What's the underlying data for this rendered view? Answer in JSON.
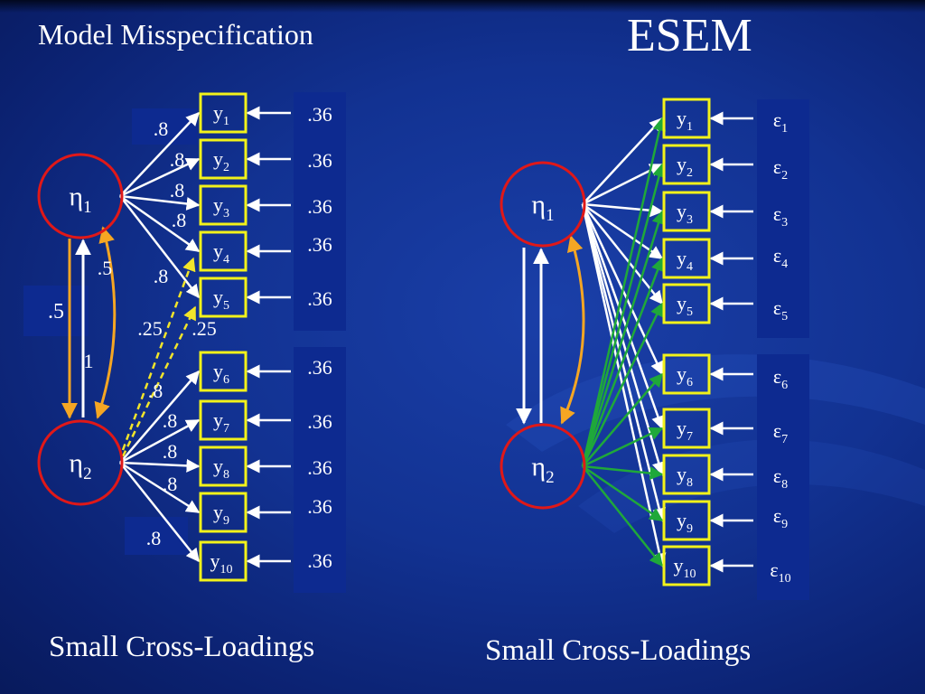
{
  "slide": {
    "title_left": "Model Misspecification",
    "title_right": "ESEM",
    "caption_left": "Small Cross-Loadings",
    "caption_right": "Small Cross-Loadings"
  },
  "left_diagram": {
    "factors": [
      {
        "id": "eta1",
        "symbol": "η",
        "sub": "1"
      },
      {
        "id": "eta2",
        "symbol": "η",
        "sub": "2"
      }
    ],
    "indicators": [
      {
        "label": "y",
        "sub": "1"
      },
      {
        "label": "y",
        "sub": "2"
      },
      {
        "label": "y",
        "sub": "3"
      },
      {
        "label": "y",
        "sub": "4"
      },
      {
        "label": "y",
        "sub": "5"
      },
      {
        "label": "y",
        "sub": "6"
      },
      {
        "label": "y",
        "sub": "7"
      },
      {
        "label": "y",
        "sub": "8"
      },
      {
        "label": "y",
        "sub": "9"
      },
      {
        "label": "y",
        "sub": "10"
      }
    ],
    "loadings": [
      ".8",
      ".8",
      ".8",
      ".8",
      ".8",
      ".8",
      ".8",
      ".8",
      ".8",
      ".8"
    ],
    "residuals": [
      ".36",
      ".36",
      ".36",
      ".36",
      ".36",
      ".36",
      ".36",
      ".36",
      ".36",
      ".36"
    ],
    "cross_loadings": [
      ".25",
      ".25"
    ],
    "path_labels": {
      "correlation": ".5",
      "left_value": ".5",
      "fixed_one": "1"
    }
  },
  "right_diagram": {
    "factors": [
      {
        "id": "eta1",
        "symbol": "η",
        "sub": "1"
      },
      {
        "id": "eta2",
        "symbol": "η",
        "sub": "2"
      }
    ],
    "indicators": [
      {
        "label": "y",
        "sub": "1"
      },
      {
        "label": "y",
        "sub": "2"
      },
      {
        "label": "y",
        "sub": "3"
      },
      {
        "label": "y",
        "sub": "4"
      },
      {
        "label": "y",
        "sub": "5"
      },
      {
        "label": "y",
        "sub": "6"
      },
      {
        "label": "y",
        "sub": "7"
      },
      {
        "label": "y",
        "sub": "8"
      },
      {
        "label": "y",
        "sub": "9"
      },
      {
        "label": "y",
        "sub": "10"
      }
    ],
    "errors": [
      {
        "symbol": "ε",
        "sub": "1"
      },
      {
        "symbol": "ε",
        "sub": "2"
      },
      {
        "symbol": "ε",
        "sub": "3"
      },
      {
        "symbol": "ε",
        "sub": "4"
      },
      {
        "symbol": "ε",
        "sub": "5"
      },
      {
        "symbol": "ε",
        "sub": "6"
      },
      {
        "symbol": "ε",
        "sub": "7"
      },
      {
        "symbol": "ε",
        "sub": "8"
      },
      {
        "symbol": "ε",
        "sub": "9"
      },
      {
        "symbol": "ε",
        "sub": "10"
      }
    ]
  },
  "colors": {
    "factor_stroke": "#e01818",
    "indicator_stroke": "#f2f21a",
    "path": "#ffffff",
    "correlation": "#f5a623",
    "cross_loading_left": "#f2e52a",
    "cross_loading_right": "#1fa83a",
    "label_panel": "#0d2a90",
    "residual_text": "#ffffff",
    "cross_label_text": "#f2e52a"
  }
}
